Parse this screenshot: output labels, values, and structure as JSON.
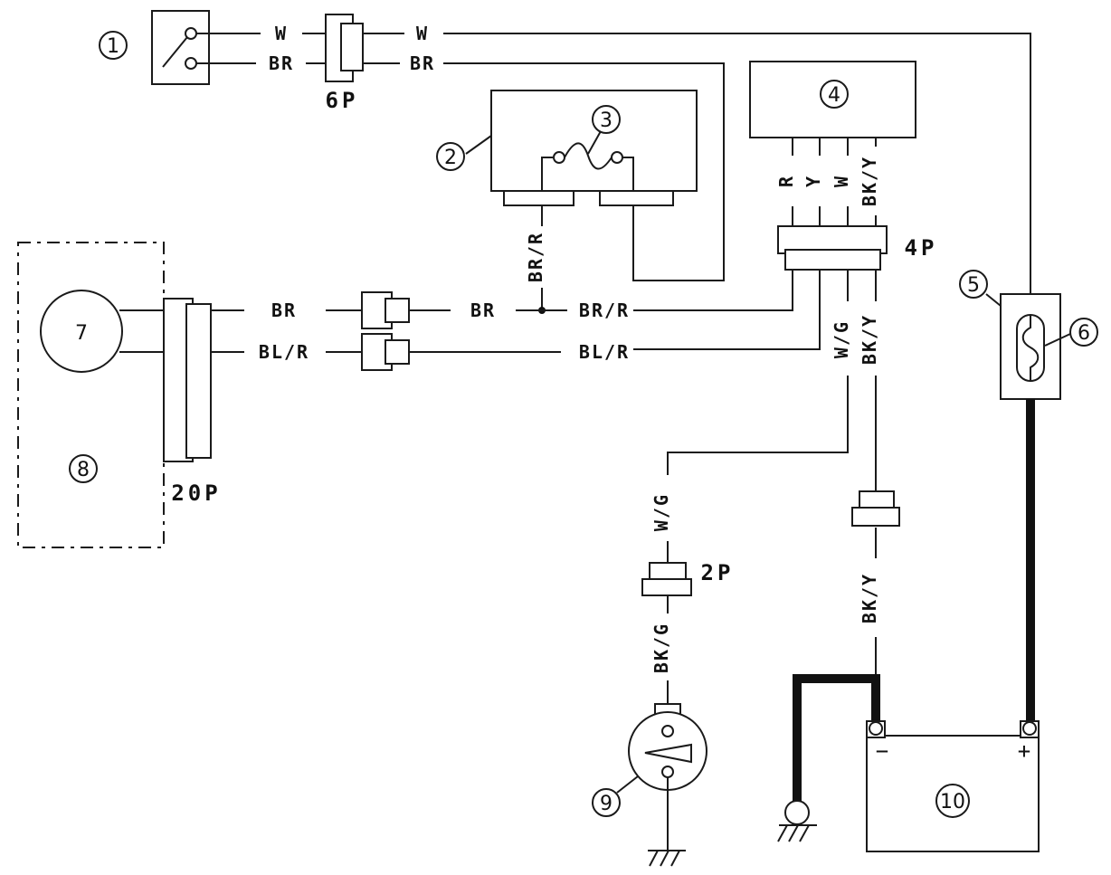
{
  "labels": {
    "w": "W",
    "br": "BR",
    "br_r": "BR/R",
    "bl_r": "BL/R",
    "r": "R",
    "y": "Y",
    "bk_y": "BK/Y",
    "w_g": "W/G",
    "bk_g": "BK/G"
  },
  "connectors": {
    "c6p": "6P",
    "c4p": "4P",
    "c20p": "20P",
    "c2p": "2P"
  },
  "components": {
    "n1": "1",
    "n2": "2",
    "n3": "3",
    "n4": "4",
    "n5": "5",
    "n6": "6",
    "n7": "7",
    "n8": "8",
    "n9": "9",
    "n10": "10"
  },
  "battery": {
    "minus": "−",
    "plus": "+"
  }
}
